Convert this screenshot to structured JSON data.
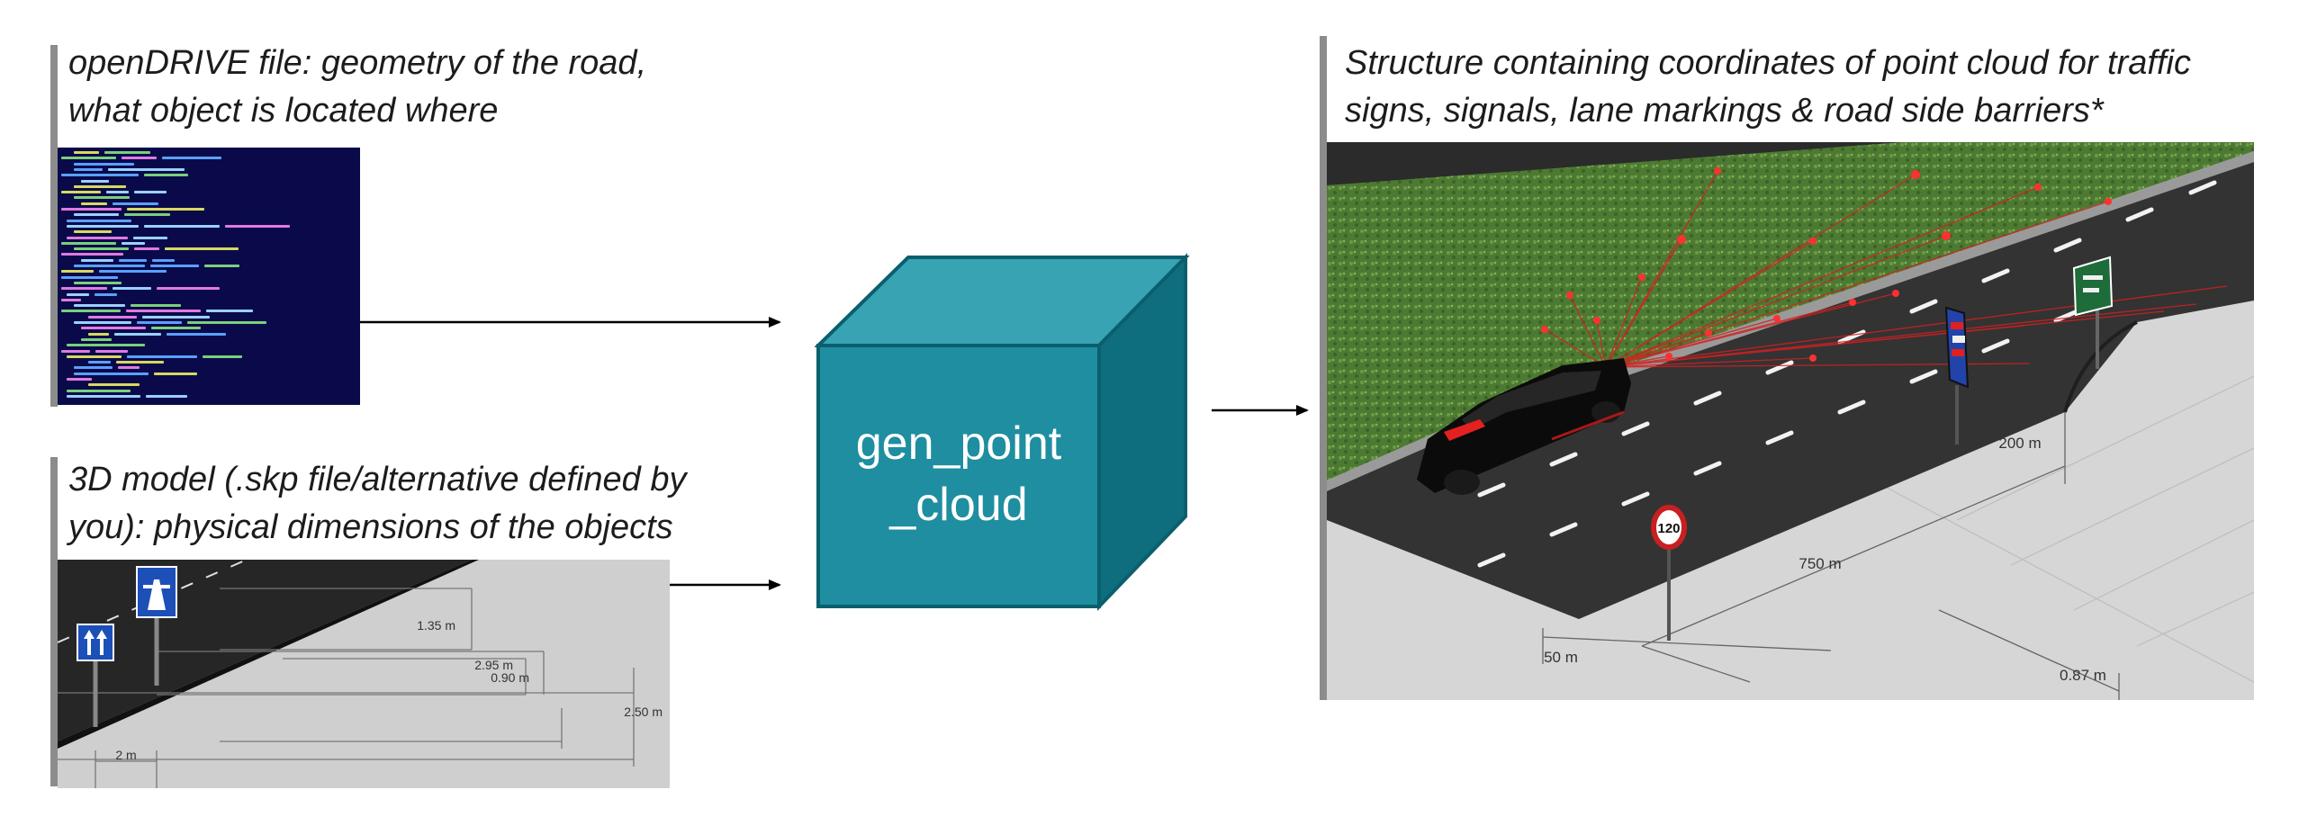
{
  "inputs": [
    {
      "caption_lines": [
        "openDRIVE file: geometry of the road,",
        "what object is located where"
      ],
      "thumbnail": "xml-code-screenshot"
    },
    {
      "caption_lines": [
        "3D model (.skp file/alternative defined by",
        "you): physical dimensions of the objects"
      ],
      "thumbnail": "3d-model-dimension-view",
      "dimension_labels": [
        "1.35 m",
        "2.95 m",
        "0.90 m",
        "2.50 m",
        "2 m"
      ]
    }
  ],
  "process": {
    "label_lines": [
      "gen_point",
      "_cloud"
    ],
    "colors": {
      "front": "#1e8ea0",
      "top": "#38a3b2",
      "side": "#0e6e7e"
    }
  },
  "output": {
    "caption_lines": [
      "Structure containing coordinates of point cloud for traffic",
      "signs, signals, lane markings & road side barriers*"
    ],
    "scene": "point-cloud-road-scene",
    "sign_text": "120",
    "dimension_labels": [
      "200 m",
      "750 m",
      "50 m",
      "0.87 m"
    ]
  },
  "colors": {
    "ray": "#d42020",
    "accent_bar": "#8c8c8c"
  }
}
